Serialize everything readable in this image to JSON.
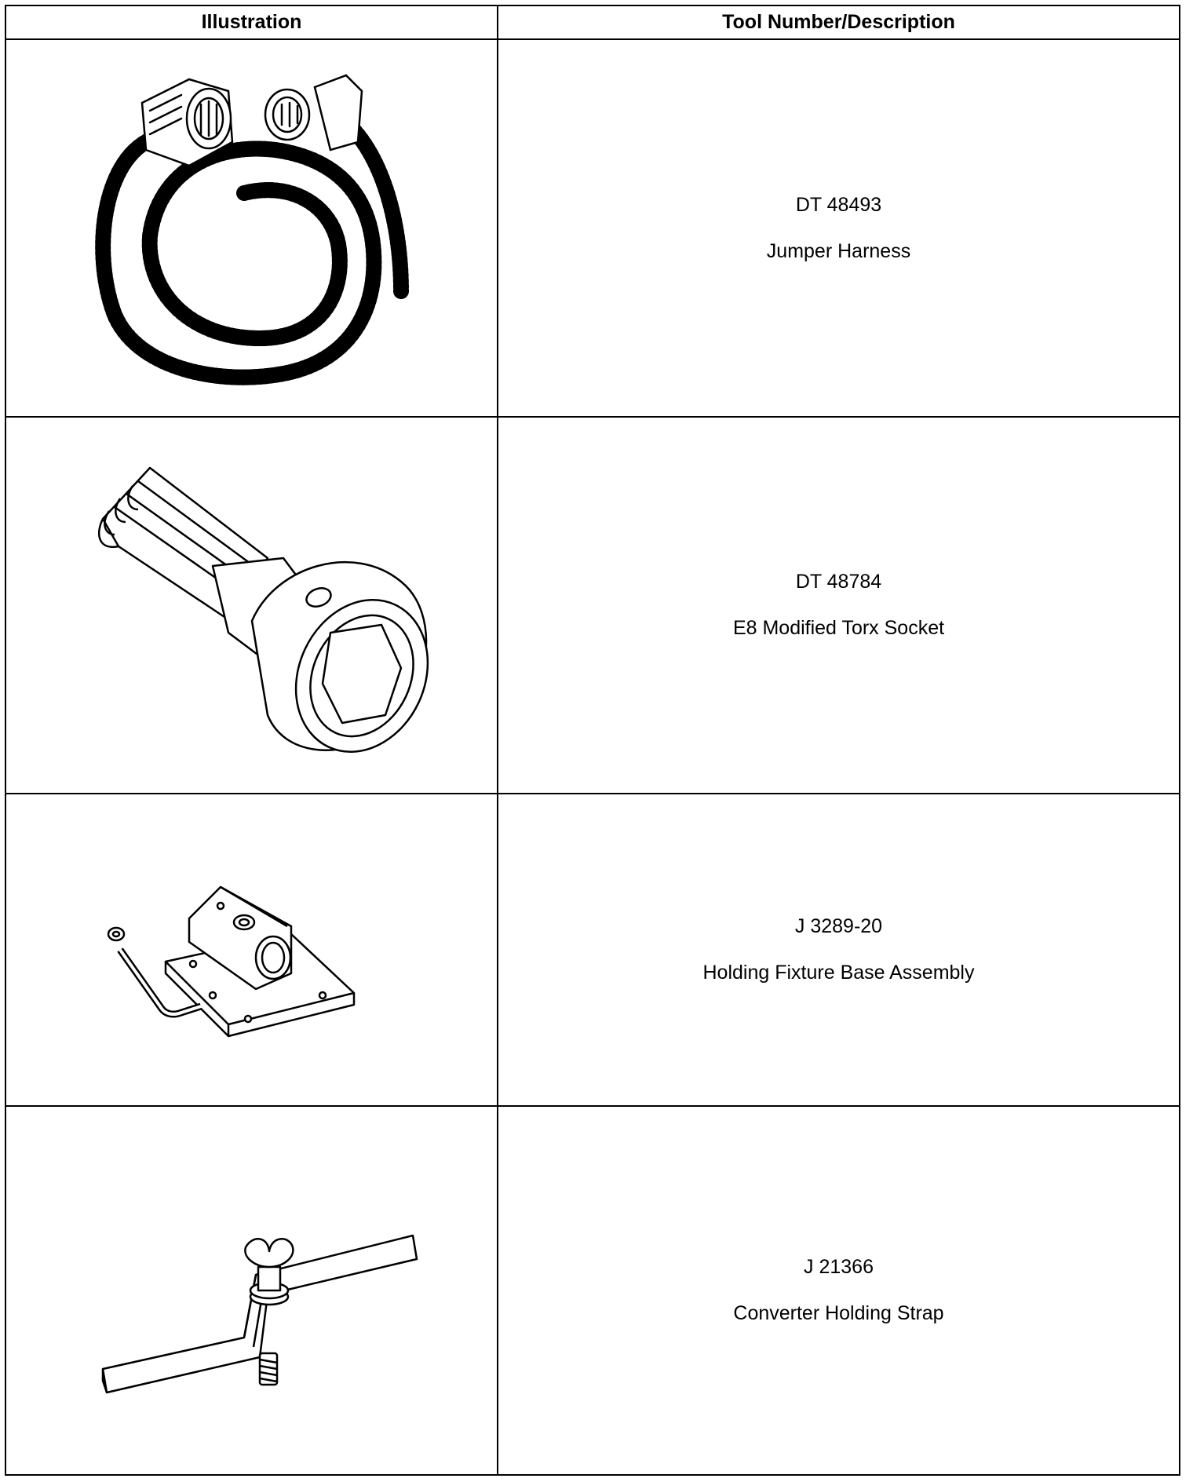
{
  "table": {
    "headers": [
      "Illustration",
      "Tool Number/Description"
    ],
    "rows": [
      {
        "number": "DT 48493",
        "description": "Jumper Harness",
        "icon": "jumper-harness-illustration"
      },
      {
        "number": "DT 48784",
        "description": "E8 Modified Torx Socket",
        "icon": "torx-socket-illustration"
      },
      {
        "number": "J 3289-20",
        "description": "Holding Fixture Base Assembly",
        "icon": "holding-fixture-illustration"
      },
      {
        "number": "J 21366",
        "description": "Converter Holding Strap",
        "icon": "holding-strap-illustration"
      }
    ]
  }
}
